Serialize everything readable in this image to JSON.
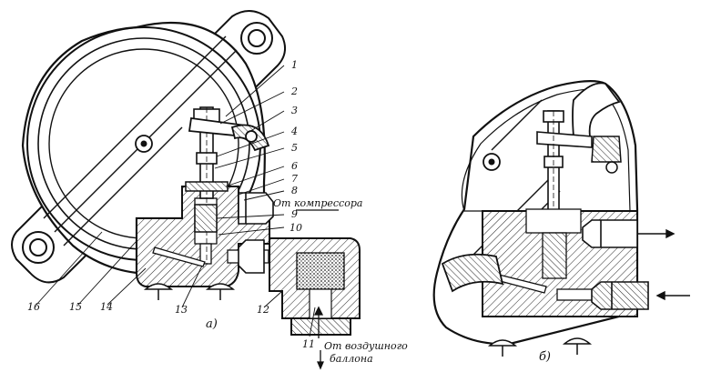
{
  "left_view": {
    "caption": "a)",
    "callouts": [
      "1",
      "2",
      "3",
      "4",
      "5",
      "6",
      "7",
      "8",
      "9",
      "10",
      "11",
      "12",
      "13",
      "14",
      "15",
      "16"
    ],
    "inlet_compressor": "От компрессора",
    "inlet_tank_line1": "От воздушного",
    "inlet_tank_line2": "баллона"
  },
  "right_view": {
    "caption": "б)"
  }
}
